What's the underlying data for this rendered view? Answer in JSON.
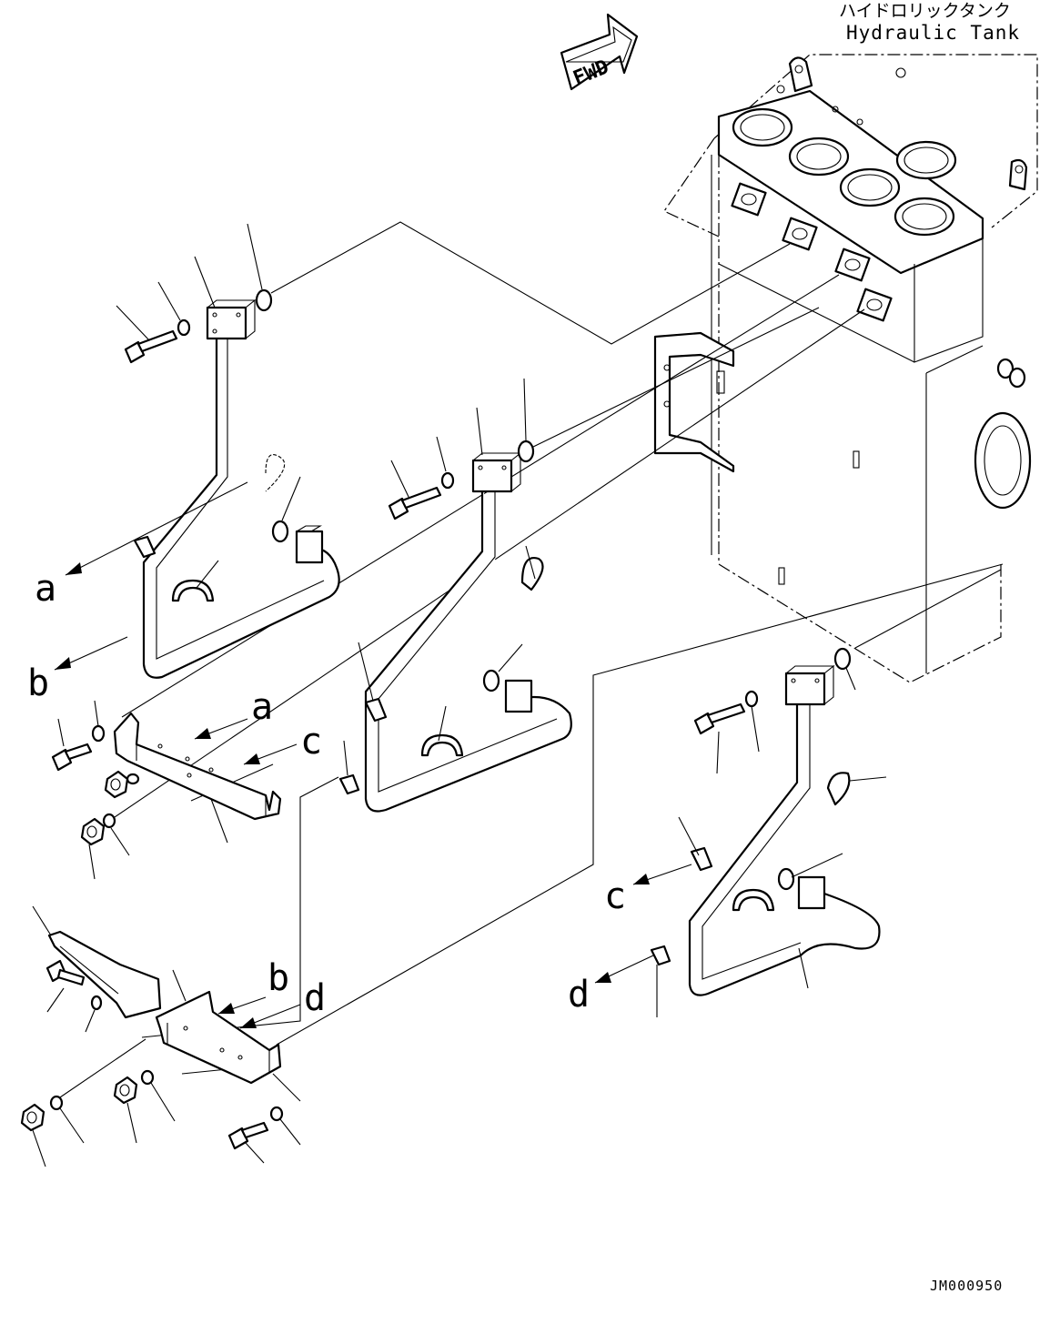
{
  "tank_label": {
    "jp": "ハイドロリックタンク",
    "en": "Hydraulic Tank"
  },
  "fwd_label": "FWD",
  "drawing_code": "JM000950",
  "references": [
    "a",
    "b",
    "a",
    "c",
    "c",
    "d",
    "b",
    "d"
  ],
  "accent_color": "#000000",
  "background_color": "#ffffff"
}
